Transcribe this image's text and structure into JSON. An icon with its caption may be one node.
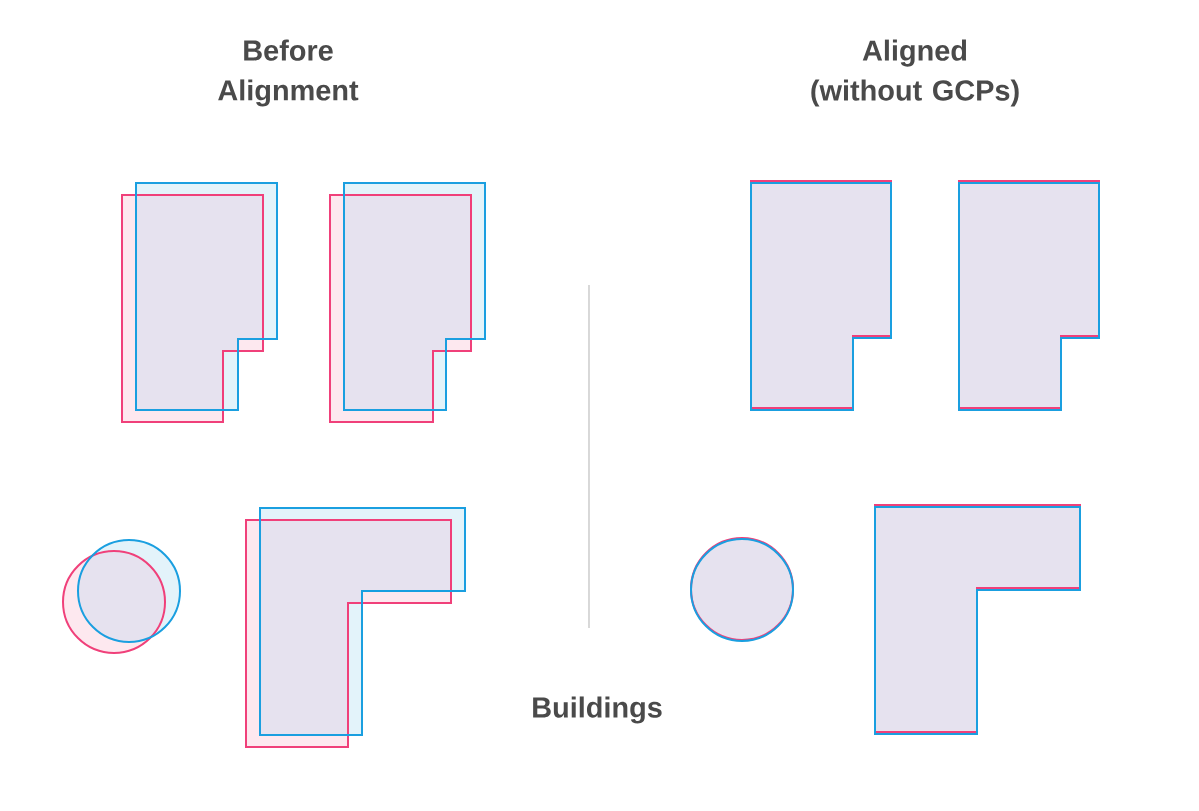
{
  "diagram": {
    "labels": [
      "Before Alignment",
      "Aligned (without GCPs)",
      "Buildings"
    ]
  }
}
